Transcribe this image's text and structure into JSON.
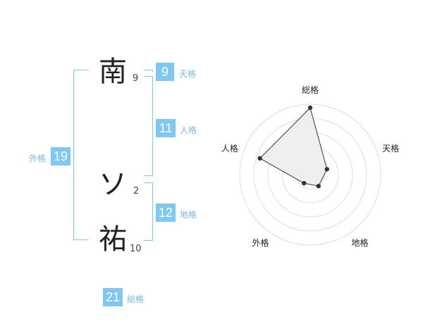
{
  "name": {
    "chars": [
      {
        "char": "南",
        "strokes": "9"
      },
      {
        "char": "ソ",
        "strokes": "2"
      },
      {
        "char": "祐",
        "strokes": "10"
      }
    ]
  },
  "fortunes": {
    "tenkaku": {
      "value": "9",
      "label": "天格"
    },
    "jinkaku": {
      "value": "11",
      "label": "人格"
    },
    "chikaku": {
      "value": "12",
      "label": "地格"
    },
    "gaikaku": {
      "value": "19",
      "label": "外格"
    },
    "soukaku": {
      "value": "21",
      "label": "総格"
    }
  },
  "colors": {
    "accent": "#7ec8f6",
    "label": "#7ab8e6",
    "radar_fill": "#efefef"
  },
  "chart_data": {
    "type": "radar",
    "axes": [
      "総格",
      "天格",
      "地格",
      "外格",
      "人格"
    ],
    "values": [
      0.95,
      0.25,
      0.2,
      0.15,
      0.75
    ],
    "rings": 5,
    "range": [
      0,
      1
    ]
  }
}
